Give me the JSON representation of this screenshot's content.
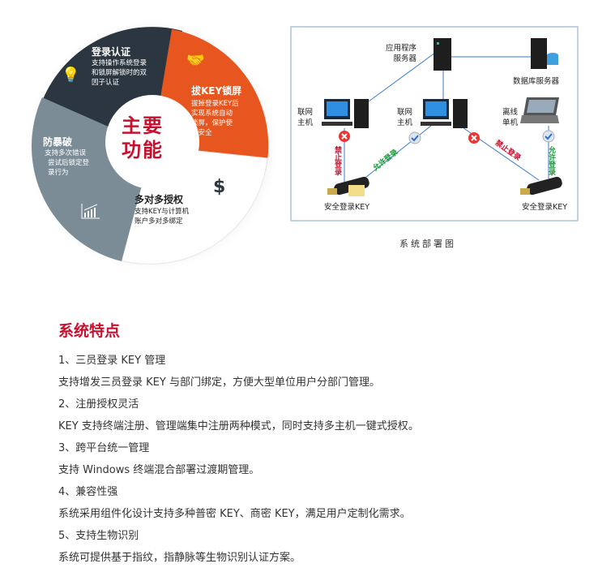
{
  "wheel": {
    "center_line1": "主要",
    "center_line2": "功能",
    "segments": [
      {
        "title": "登录认证",
        "desc": [
          "支持操作系统登录",
          "和锁屏解锁时的双",
          "因子认证"
        ],
        "icon": "lightbulb-icon"
      },
      {
        "title": "拔KEY锁屏",
        "desc": [
          "拔掉登录KEY后",
          "实现系统自动",
          "锁屏，保护使",
          "用安全"
        ],
        "icon": "handshake-icon"
      },
      {
        "title": "多对多授权",
        "desc": [
          "支持KEY与计算机",
          "账户多对多绑定"
        ],
        "icon": "dollar-icon"
      },
      {
        "title": "防暴破",
        "desc": [
          "支持多次错误",
          "尝试后锁定登",
          "录行为"
        ],
        "icon": "bar-chart-icon"
      }
    ],
    "colors": {
      "dark": "#2b3640",
      "orange": "#e8561f",
      "gray": "#7b8c97",
      "red": "#c8102e"
    }
  },
  "diagram": {
    "app_server": [
      "应用程序",
      "服务器"
    ],
    "db_server": "数据库服务器",
    "host_left": [
      "联网",
      "主机"
    ],
    "host_mid": [
      "联网",
      "主机"
    ],
    "laptop": [
      "离线",
      "单机"
    ],
    "deny": "禁止登录",
    "allow": "允许登录",
    "key_left": "安全登录KEY",
    "key_right": "安全登录KEY",
    "caption": "系统部署图"
  },
  "features": {
    "heading": "系统特点",
    "lines": [
      "1、三员登录 KEY 管理",
      "支持增发三员登录 KEY 与部门绑定，方便大型单位用户分部门管理。",
      "2、注册授权灵活",
      "KEY 支持终端注册、管理端集中注册两种模式，同时支持多主机一键式授权。",
      "3、跨平台统一管理",
      "支持 Windows 终端混合部署过渡期管理。",
      "4、兼容性强",
      "系统采用组件化设计支持多种普密 KEY、商密 KEY，满足用户定制化需求。",
      "5、支持生物识别",
      "系统可提供基于指纹，指静脉等生物识别认证方案。"
    ]
  }
}
